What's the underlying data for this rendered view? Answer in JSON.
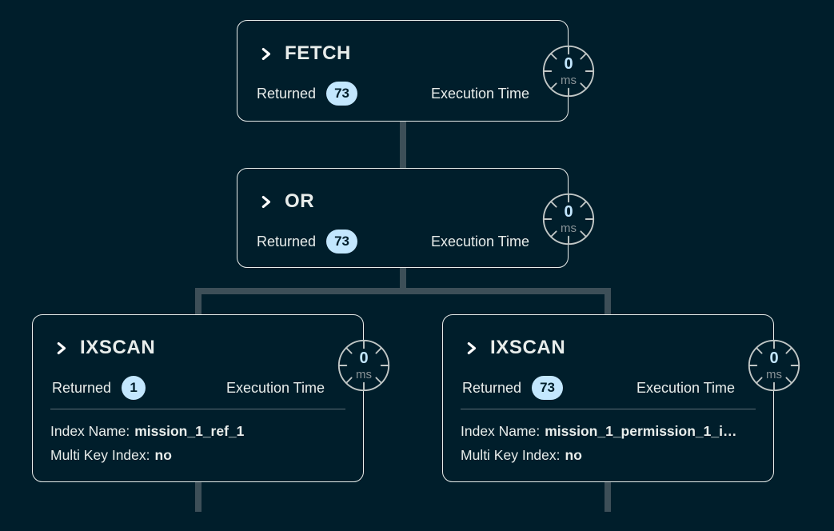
{
  "palette": {
    "background": "#001E2B",
    "card_border": "#E8EDEB",
    "connector": "#3D4F58",
    "badge_bg": "#C3E7FE",
    "badge_text": "#001E2B",
    "clock_value_color": "#C3E7FE",
    "clock_unit_color": "#889397",
    "text": "#E8EDEB"
  },
  "nodes": [
    {
      "id": "fetch",
      "title": "FETCH",
      "returned_label": "Returned",
      "returned_value": "73",
      "execution_label": "Execution Time",
      "clock": {
        "value": "0",
        "unit": "ms"
      }
    },
    {
      "id": "or",
      "title": "OR",
      "returned_label": "Returned",
      "returned_value": "73",
      "execution_label": "Execution Time",
      "clock": {
        "value": "0",
        "unit": "ms"
      }
    },
    {
      "id": "ixscan-left",
      "title": "IXSCAN",
      "returned_label": "Returned",
      "returned_value": "1",
      "execution_label": "Execution Time",
      "clock": {
        "value": "0",
        "unit": "ms"
      },
      "details": [
        {
          "label": "Index Name:",
          "value": "mission_1_ref_1"
        },
        {
          "label": "Multi Key Index:",
          "value": "no"
        }
      ]
    },
    {
      "id": "ixscan-right",
      "title": "IXSCAN",
      "returned_label": "Returned",
      "returned_value": "73",
      "execution_label": "Execution Time",
      "clock": {
        "value": "0",
        "unit": "ms"
      },
      "details": [
        {
          "label": "Index Name:",
          "value": "mission_1_permission_1_i…"
        },
        {
          "label": "Multi Key Index:",
          "value": "no"
        }
      ]
    }
  ]
}
